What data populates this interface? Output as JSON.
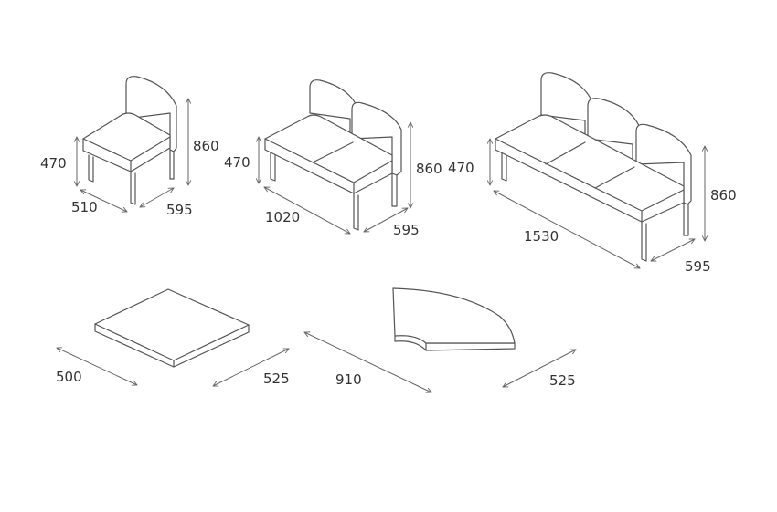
{
  "items": [
    {
      "name": "single-seat",
      "dimensions": {
        "seat_height": "470",
        "width": "510",
        "depth": "595",
        "height": "860"
      }
    },
    {
      "name": "two-seat",
      "dimensions": {
        "seat_height": "470",
        "width": "1020",
        "depth": "595",
        "height": "860"
      }
    },
    {
      "name": "three-seat",
      "dimensions": {
        "seat_height": "470",
        "width": "1530",
        "depth": "595",
        "height": "860"
      }
    },
    {
      "name": "square-table",
      "dimensions": {
        "width": "500",
        "depth": "525"
      }
    },
    {
      "name": "corner-table",
      "dimensions": {
        "width": "910",
        "depth": "525"
      }
    }
  ],
  "colors": {
    "line": "#555555",
    "text": "#333333",
    "background": "#ffffff"
  }
}
